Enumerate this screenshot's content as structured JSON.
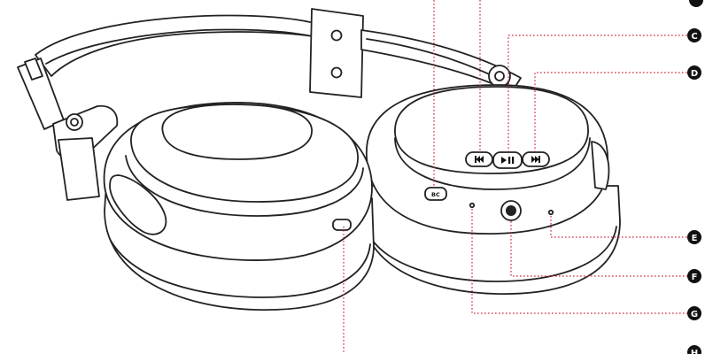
{
  "callouts": [
    {
      "id": "c",
      "label": "C"
    },
    {
      "id": "d",
      "label": "D"
    },
    {
      "id": "e",
      "label": "E"
    },
    {
      "id": "f",
      "label": "F"
    },
    {
      "id": "g",
      "label": "G"
    },
    {
      "id": "h",
      "label": "H"
    }
  ],
  "buttons": {
    "mfb_label": "BC"
  },
  "colors": {
    "leader": "#d0263b",
    "badge": "#111111",
    "ink": "#222222"
  }
}
